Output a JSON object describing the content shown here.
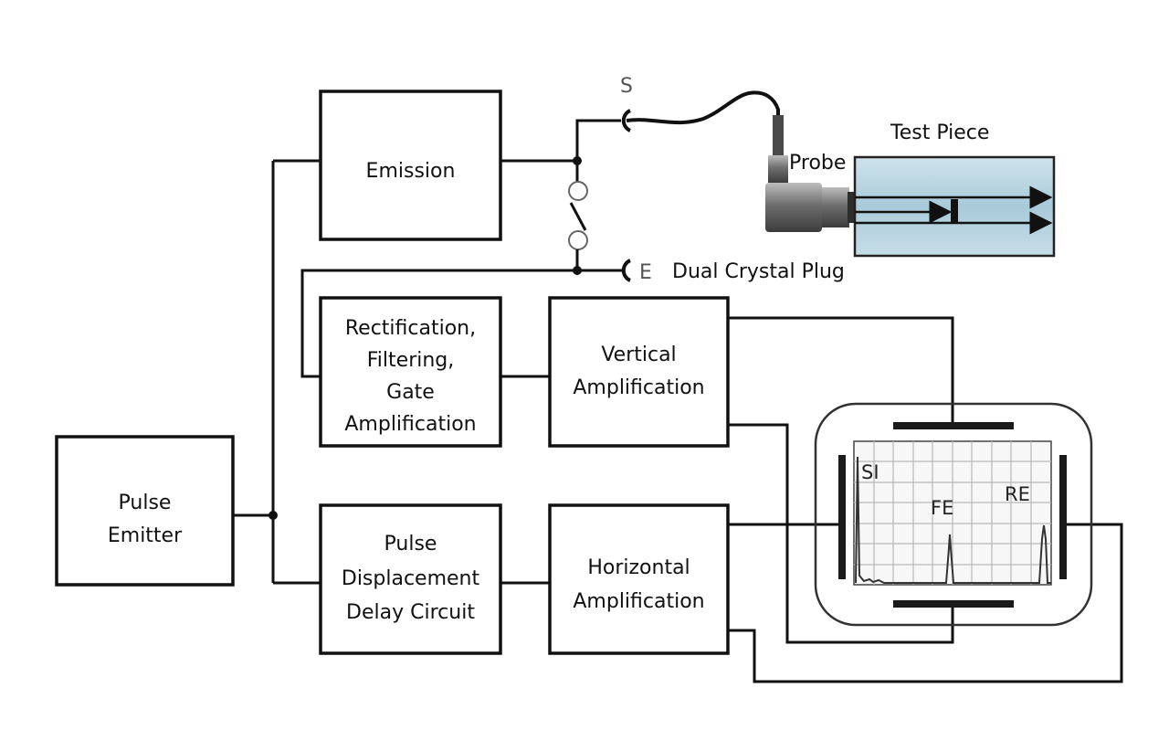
{
  "blocks": {
    "emission": [
      "Emission"
    ],
    "rectification": [
      "Rectification,",
      "Filtering,",
      "Gate",
      "Amplification"
    ],
    "vertical": [
      "Vertical",
      "Amplification"
    ],
    "pulse_emitter": [
      "Pulse",
      "Emitter"
    ],
    "pulse_delay": [
      "Pulse",
      "Displacement",
      "Delay Circuit"
    ],
    "horizontal": [
      "Horizontal",
      "Amplification"
    ]
  },
  "labels": {
    "s_plug": "S",
    "e_plug": "E",
    "dual_crystal_plug": "Dual Crystal Plug",
    "probe": "Probe",
    "test_piece": "Test Piece"
  },
  "oscilloscope": {
    "si": "SI",
    "fe": "FE",
    "re": "RE"
  },
  "colors": {
    "line": "#111111",
    "test_piece": "#b9d6e3",
    "probe_metal": "#7a7a7a",
    "grid": "#b8b8b8"
  }
}
